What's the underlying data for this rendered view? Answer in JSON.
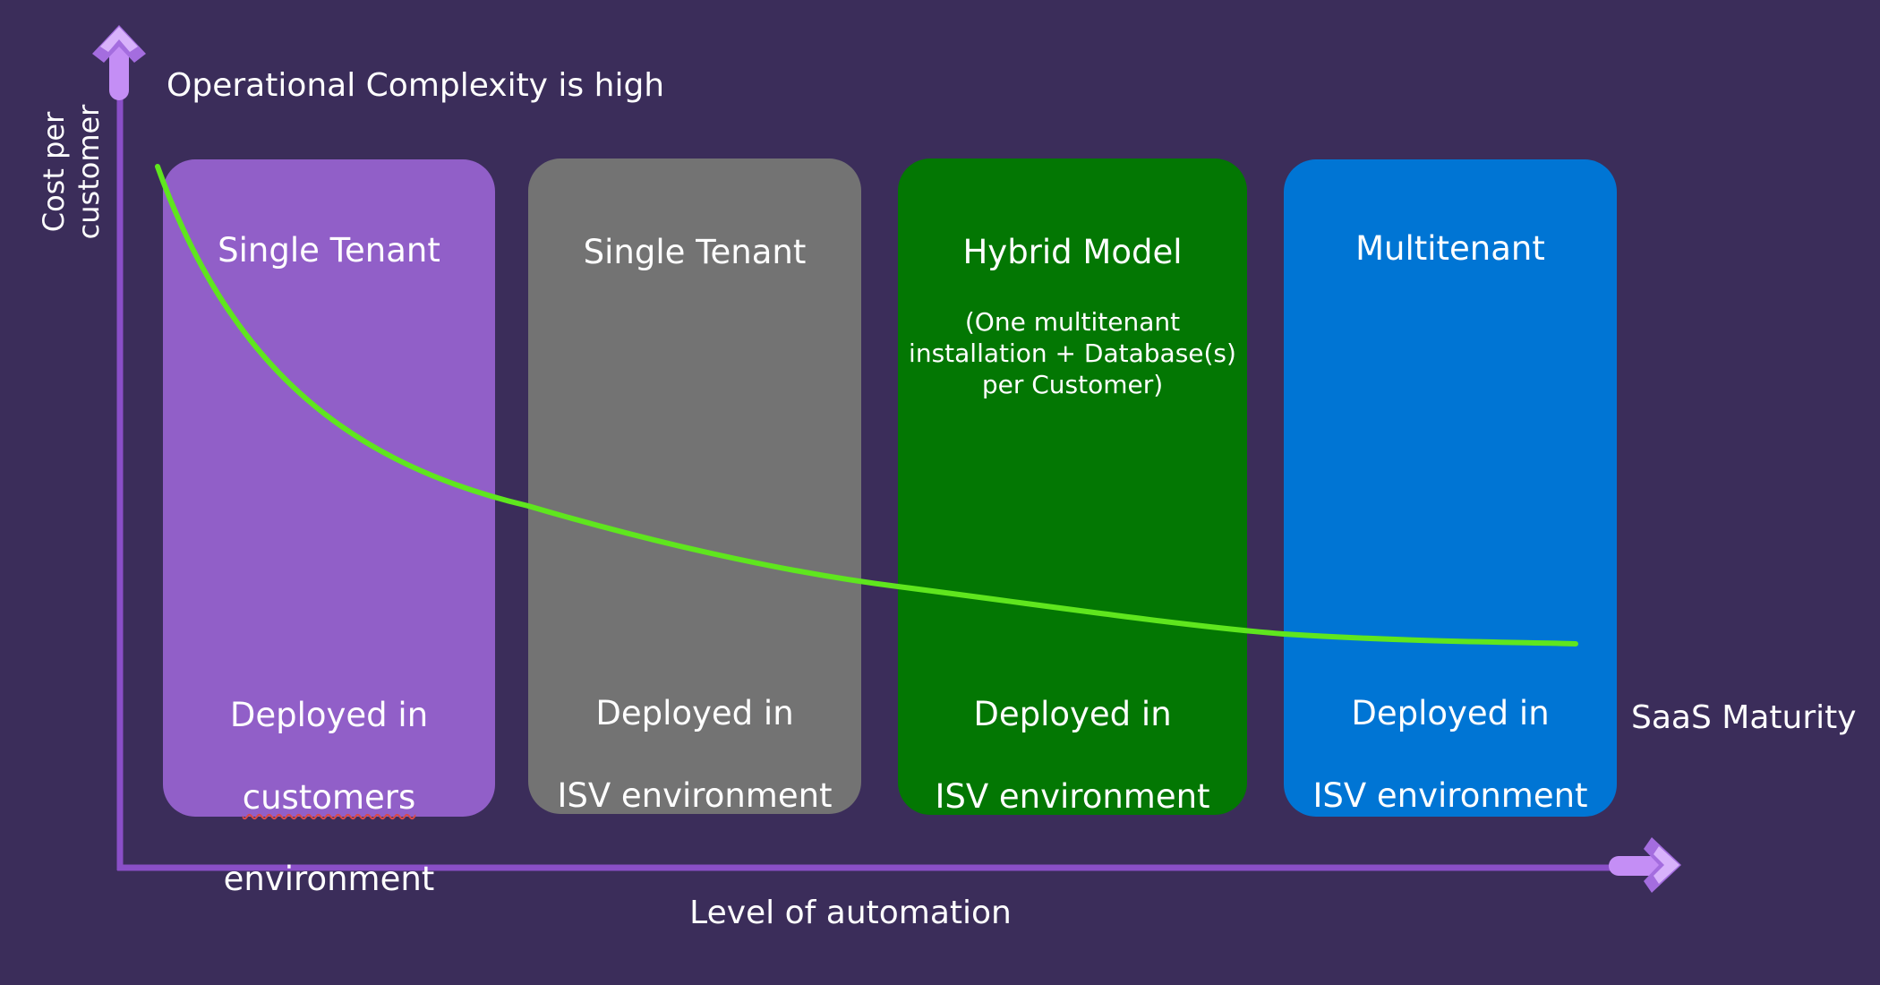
{
  "axes": {
    "y_label": "Cost per customer",
    "x_label": "Level of automation",
    "y_top_caption": "Operational Complexity is high",
    "x_end_caption": "SaaS Maturity",
    "axis_color": "#8a4fc7",
    "arrow_color": "#c48ef5",
    "curve_color": "#5fe61e"
  },
  "cards": [
    {
      "id": "single-tenant-customer",
      "title": "Single Tenant",
      "subtitle": "",
      "footer_lines": [
        "Deployed in",
        "customers",
        "environment"
      ],
      "color": "#915fc8"
    },
    {
      "id": "single-tenant-isv",
      "title": "Single Tenant",
      "subtitle": "",
      "footer_lines": [
        "Deployed in",
        "ISV environment"
      ],
      "color": "#737373"
    },
    {
      "id": "hybrid-model",
      "title": "Hybrid Model",
      "subtitle": "(One multitenant\ninstallation + Database(s)\nper Customer)",
      "footer_lines": [
        "Deployed in",
        "ISV environment"
      ],
      "color": "#037703"
    },
    {
      "id": "multitenant",
      "title": "Multitenant",
      "subtitle": "",
      "footer_lines": [
        "Deployed in",
        "ISV environment"
      ],
      "color": "#0075d4"
    }
  ]
}
